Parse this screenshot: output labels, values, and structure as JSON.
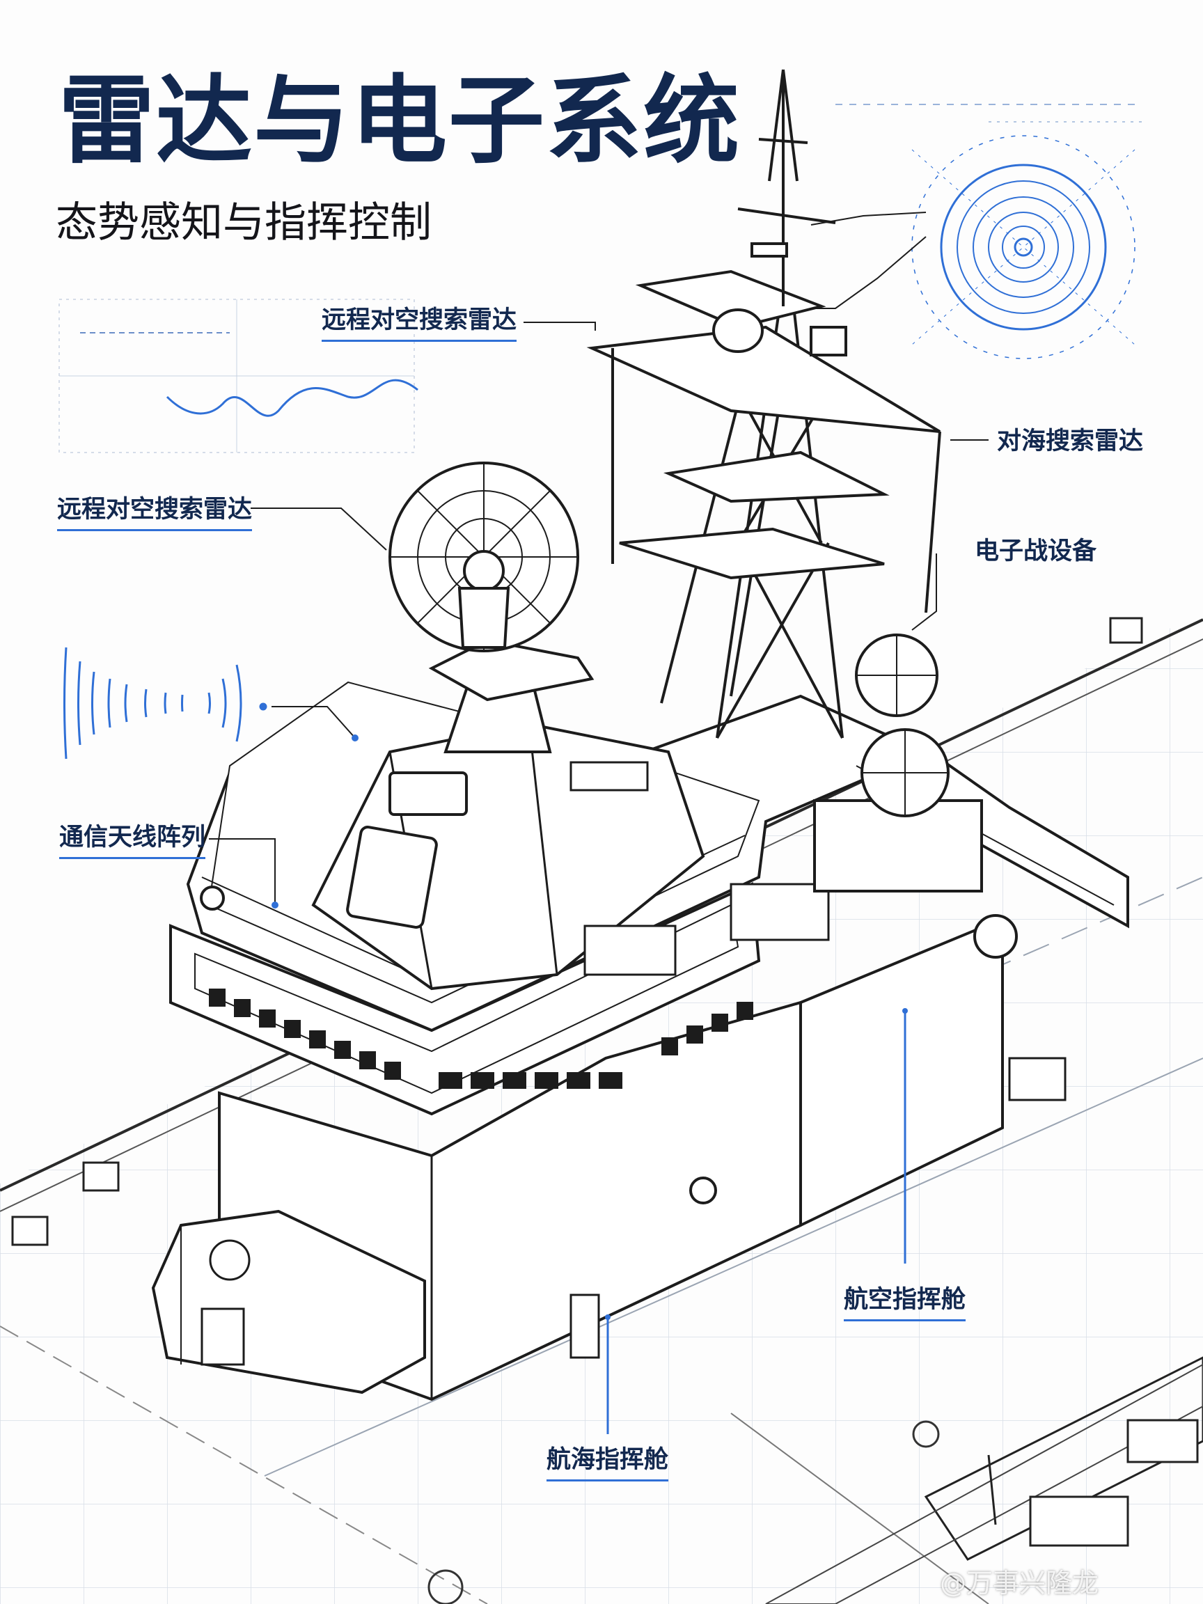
{
  "header": {
    "title": "雷达与电子系统",
    "subtitle": "态势感知与指挥控制"
  },
  "callouts": {
    "air_radar_top": "远程对空搜索雷达",
    "air_radar_left": "远程对空搜索雷达",
    "sea_radar": "对海搜索雷达",
    "ew_equipment": "电子战设备",
    "comm_antenna": "通信天线阵列",
    "air_command": "航空指挥舱",
    "nav_command": "航海指挥舱"
  },
  "watermark": "@万事兴隆龙",
  "colors": {
    "title": "#12284f",
    "accent": "#2f6fd6",
    "line": "#1c1c1c",
    "grid": "#b9c5d6"
  }
}
